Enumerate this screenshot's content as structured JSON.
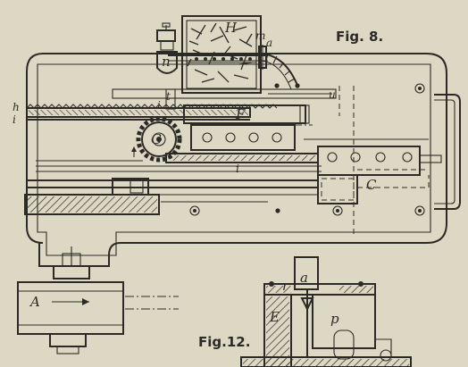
{
  "figures": {
    "fig8": "Fig. 8.",
    "fig12": "Fig.12."
  },
  "labels": {
    "H": "H",
    "n": "n",
    "m": "m",
    "a": "a",
    "u": "u",
    "t": "t",
    "F": "F",
    "h": "h",
    "i": "i",
    "G": "G",
    "C": "C",
    "A": "A",
    "r": "r",
    "E": "E",
    "p": "p"
  },
  "colors": {
    "paper": "#ddd8c4",
    "ink": "#2b2a26"
  }
}
